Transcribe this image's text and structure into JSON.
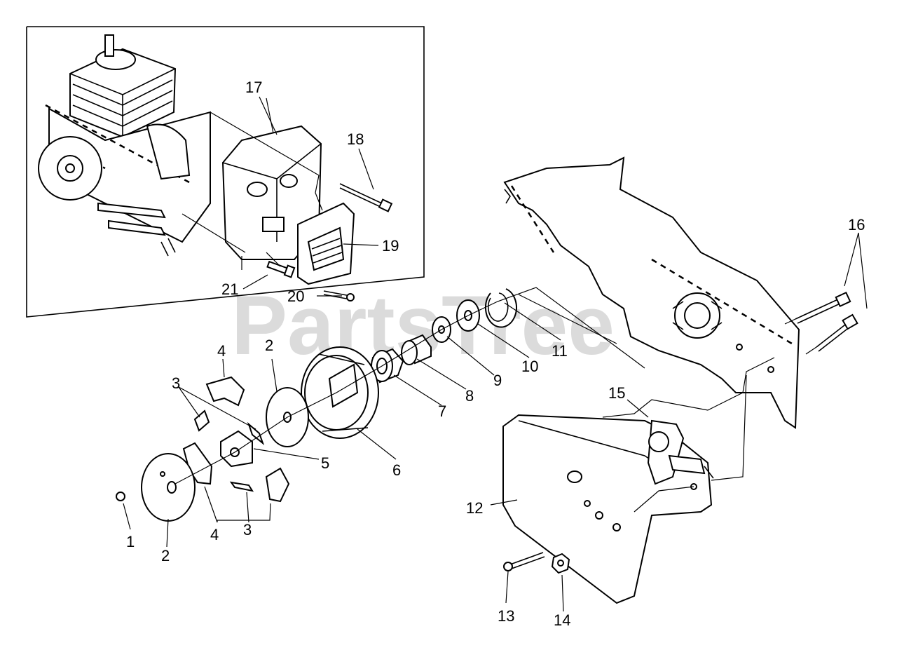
{
  "watermark": {
    "text": "PartsTree",
    "trademark": "™"
  },
  "callouts": [
    {
      "id": "callout-17",
      "text": "17"
    },
    {
      "id": "callout-18",
      "text": "18"
    },
    {
      "id": "callout-19",
      "text": "19"
    },
    {
      "id": "callout-20",
      "text": "20"
    },
    {
      "id": "callout-21",
      "text": "21"
    },
    {
      "id": "callout-16",
      "text": "16"
    },
    {
      "id": "callout-11",
      "text": "11"
    },
    {
      "id": "callout-10",
      "text": "10"
    },
    {
      "id": "callout-9",
      "text": "9"
    },
    {
      "id": "callout-8",
      "text": "8"
    },
    {
      "id": "callout-7",
      "text": "7"
    },
    {
      "id": "callout-6",
      "text": "6"
    },
    {
      "id": "callout-5",
      "text": "5"
    },
    {
      "id": "callout-4a",
      "text": "4"
    },
    {
      "id": "callout-2a",
      "text": "2"
    },
    {
      "id": "callout-3a",
      "text": "3"
    },
    {
      "id": "callout-1",
      "text": "1"
    },
    {
      "id": "callout-2b",
      "text": "2"
    },
    {
      "id": "callout-4b",
      "text": "4"
    },
    {
      "id": "callout-3b",
      "text": "3"
    },
    {
      "id": "callout-15",
      "text": "15"
    },
    {
      "id": "callout-12",
      "text": "12"
    },
    {
      "id": "callout-13",
      "text": "13"
    },
    {
      "id": "callout-14",
      "text": "14"
    }
  ]
}
